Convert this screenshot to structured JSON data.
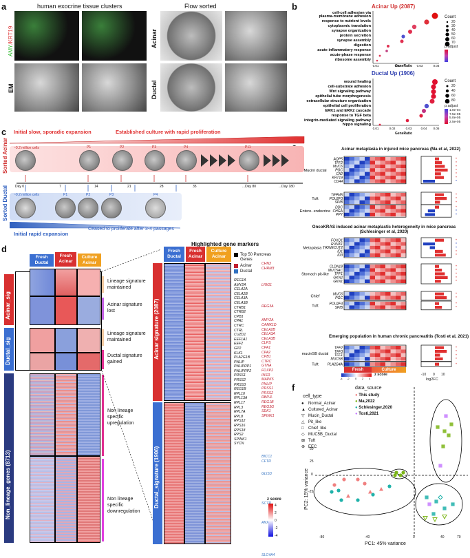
{
  "panel_labels": {
    "a": "a",
    "b": "b",
    "c": "c",
    "d": "d",
    "e": "e",
    "f": "f"
  },
  "panel_a": {
    "title_left": "human exocrine tissue clusters",
    "title_right": "Flow sorted",
    "stain_amy": "AMY",
    "stain_krt": "/KRT19",
    "em": "EM",
    "acinar": "Acinar",
    "ductal": "Ductal"
  },
  "panel_b": {
    "acinar_title": "Acinar Up (2087)",
    "ductal_title": "Ductal Up (1906)",
    "xlabel": "GeneRatio",
    "count_label": "Count",
    "padj_label": "p.adjust",
    "acinar_counts": [
      "20",
      "30",
      "40",
      "50",
      "60",
      "70"
    ],
    "ductal_counts": [
      "20",
      "40",
      "60",
      "80"
    ],
    "ductal_padj": [
      "1.0e-04",
      "7.5e-05",
      "5.0e-05",
      "2.5e-05"
    ]
  },
  "panel_c": {
    "acinar_top": "Initial slow, sporadic expansion",
    "acinar_right": "Established culture with rapid proliferation",
    "sorted_acinar": "Sorted Acinar",
    "sorted_ductal": "Sorted Ductal",
    "cells_acinar": "~0.2 million cells",
    "cells_ductal": "~0.2 million cells",
    "passages_acinar": [
      "P1",
      "P2",
      "P3",
      "P4",
      "P11"
    ],
    "passages_ductal": [
      "P1",
      "P2",
      "P3",
      "P4"
    ],
    "days": [
      "Day 0",
      "7",
      "14",
      "21",
      "28",
      "35",
      "...Day 80",
      "...Day 180"
    ],
    "ductal_bottom": "Initial rapid expansion",
    "ductal_cease": "Ceased to proliferate after 3-4 passages"
  },
  "panel_d": {
    "fresh_ductal": "Fresh Ductal",
    "fresh_acinar": "Fresh Acinar",
    "culture_acinar": "Culture Acinar",
    "acinar_sig": "Acinar_sig",
    "ductal_sig": "Ductal_sig",
    "non_lineage": "Non_lineage_genes (8713)",
    "notes": [
      "Lineage signature maintained",
      "Acinar signature lost",
      "Lineage signature maintained",
      "Ductal signature gained",
      "Non lineage specific upregulation",
      "Non lineage specific downregulation"
    ],
    "highlighted": "Highlighted gene markers",
    "legend_top50": "Top 50 Pancreas Genes",
    "legend_acinar": "Acinar",
    "legend_ductal": "Ductal",
    "acinar_signature": "Acinar signature (2087)",
    "ductal_signature": "Ductal_signature (1906)",
    "zscore": "z score",
    "z_ticks": [
      "4",
      "2",
      "0",
      "-2",
      "-4"
    ],
    "genes_black": [
      "REG1A",
      "AMY2A",
      "CELA2A",
      "CELA2B",
      "CELA3A",
      "CELA3B",
      "CTRB1",
      "CTRB2",
      "CPB1",
      "CPA1",
      "CTRC",
      "CTRL",
      "CUZD1",
      "EEF1A1",
      "EEF2",
      "GP2",
      "KLK1",
      "PLA2G1B",
      "PNLIP",
      "PNLIPRP1",
      "PNLIPRP2",
      "PRSS1",
      "PRSS2",
      "PRSS3",
      "REG1B",
      "RPL10",
      "RPL13A",
      "RPL17",
      "RPL3",
      "RPL7A",
      "RPL8",
      "RPS12",
      "RPS16",
      "RPS18",
      "RPS2",
      "SPINK1",
      "SYCN"
    ],
    "genes_red": [
      "CHN2",
      "CHRM3",
      "LRIG1",
      "REG3A",
      "AMY2A",
      "CAMK1D",
      "CELA2B",
      "CELA3A",
      "CELA3B",
      "CLPS",
      "CPA1",
      "CPA2",
      "CPB1",
      "CTRC",
      "GTNA",
      "FOXP2",
      "INSR",
      "MAPK5",
      "PNLIP",
      "PRSS1",
      "PRSS2",
      "RBPJL",
      "REG1B",
      "REG3G",
      "SDK1",
      "SPINK1"
    ],
    "genes_blue": [
      "BICC1",
      "CFTR",
      "GLIS3",
      "SCTR",
      "ANXA4",
      "SLC4A4"
    ]
  },
  "panel_e": {
    "s1_title": "Acinar metaplasia in injured mice pancreas (Ma et al, 2022)",
    "s2_title": "OncoKRAS induced acinar metaplastic heterogeneity in mice pancreas (Schlesinger et al, 2020)",
    "s3_title": "Emerging population in human chronic pancreatitis (Tosti et al, 2021)",
    "groups": [
      {
        "name": "Mucin/ ductal",
        "genes": [
          "AQP5",
          "TFF2",
          "MUC6",
          "PGC",
          "CA2",
          "KRT19",
          "CD44"
        ]
      },
      {
        "name": "Tuft",
        "genes": [
          "TRPM5",
          "POU2F3",
          "SPIB"
        ]
      },
      {
        "name": "Entero- endocrine",
        "genes": [
          "DDC",
          "CHGA",
          "PPY"
        ]
      },
      {
        "name": "Metaplasia TF",
        "genes": [
          "FOXQ1",
          "RUNX1",
          "ONECUT2",
          "ID1",
          "ID3"
        ]
      },
      {
        "name": "Stomach pit-like",
        "genes": [
          "CLDN18",
          "MUC5AC",
          "TFF1",
          "GKN2",
          "GKN1"
        ]
      },
      {
        "name": "Chief",
        "genes": [
          "MUC6",
          "PGC"
        ]
      },
      {
        "name": "Tuft",
        "genes": [
          "POU2F3",
          "SPIB"
        ]
      },
      {
        "name": "mucinSB ductal",
        "genes": [
          "TFF2",
          "TFF3",
          "TFF1",
          "MUC5B"
        ]
      },
      {
        "name": "Tuft",
        "genes": [
          "PLA2G4A"
        ]
      }
    ],
    "fresh": "Fresh",
    "culture": "Culture",
    "zscore": "z score",
    "z_ticks": [
      "-4",
      "-2",
      "0",
      "2",
      "4"
    ],
    "log2fc": "log2FC",
    "fc_ticks": [
      "-10",
      "0",
      "10"
    ]
  },
  "panel_f": {
    "cell_type_title": "cell_type",
    "cell_types": [
      "Normal_Acinar",
      "Cultured_Acinar",
      "Mucin_Ductal",
      "Pit_like",
      "Chief_like",
      "MUC5B_Ductal",
      "Tuft",
      "EEC"
    ],
    "source_title": "data_source",
    "sources": [
      {
        "name": "This study",
        "color": "#f08080"
      },
      {
        "name": "Ma,2022",
        "color": "#7cb518"
      },
      {
        "name": "Schlesinger,2020",
        "color": "#20b2aa"
      },
      {
        "name": "Tosti,2021",
        "color": "#c77cff"
      }
    ],
    "xlabel": "PC1: 45% variance",
    "ylabel": "PC2: 15% variance",
    "xticks": [
      "-80",
      "-40",
      "0",
      "40",
      "70"
    ],
    "yticks": [
      "50",
      "25",
      "0",
      "-25"
    ]
  }
}
